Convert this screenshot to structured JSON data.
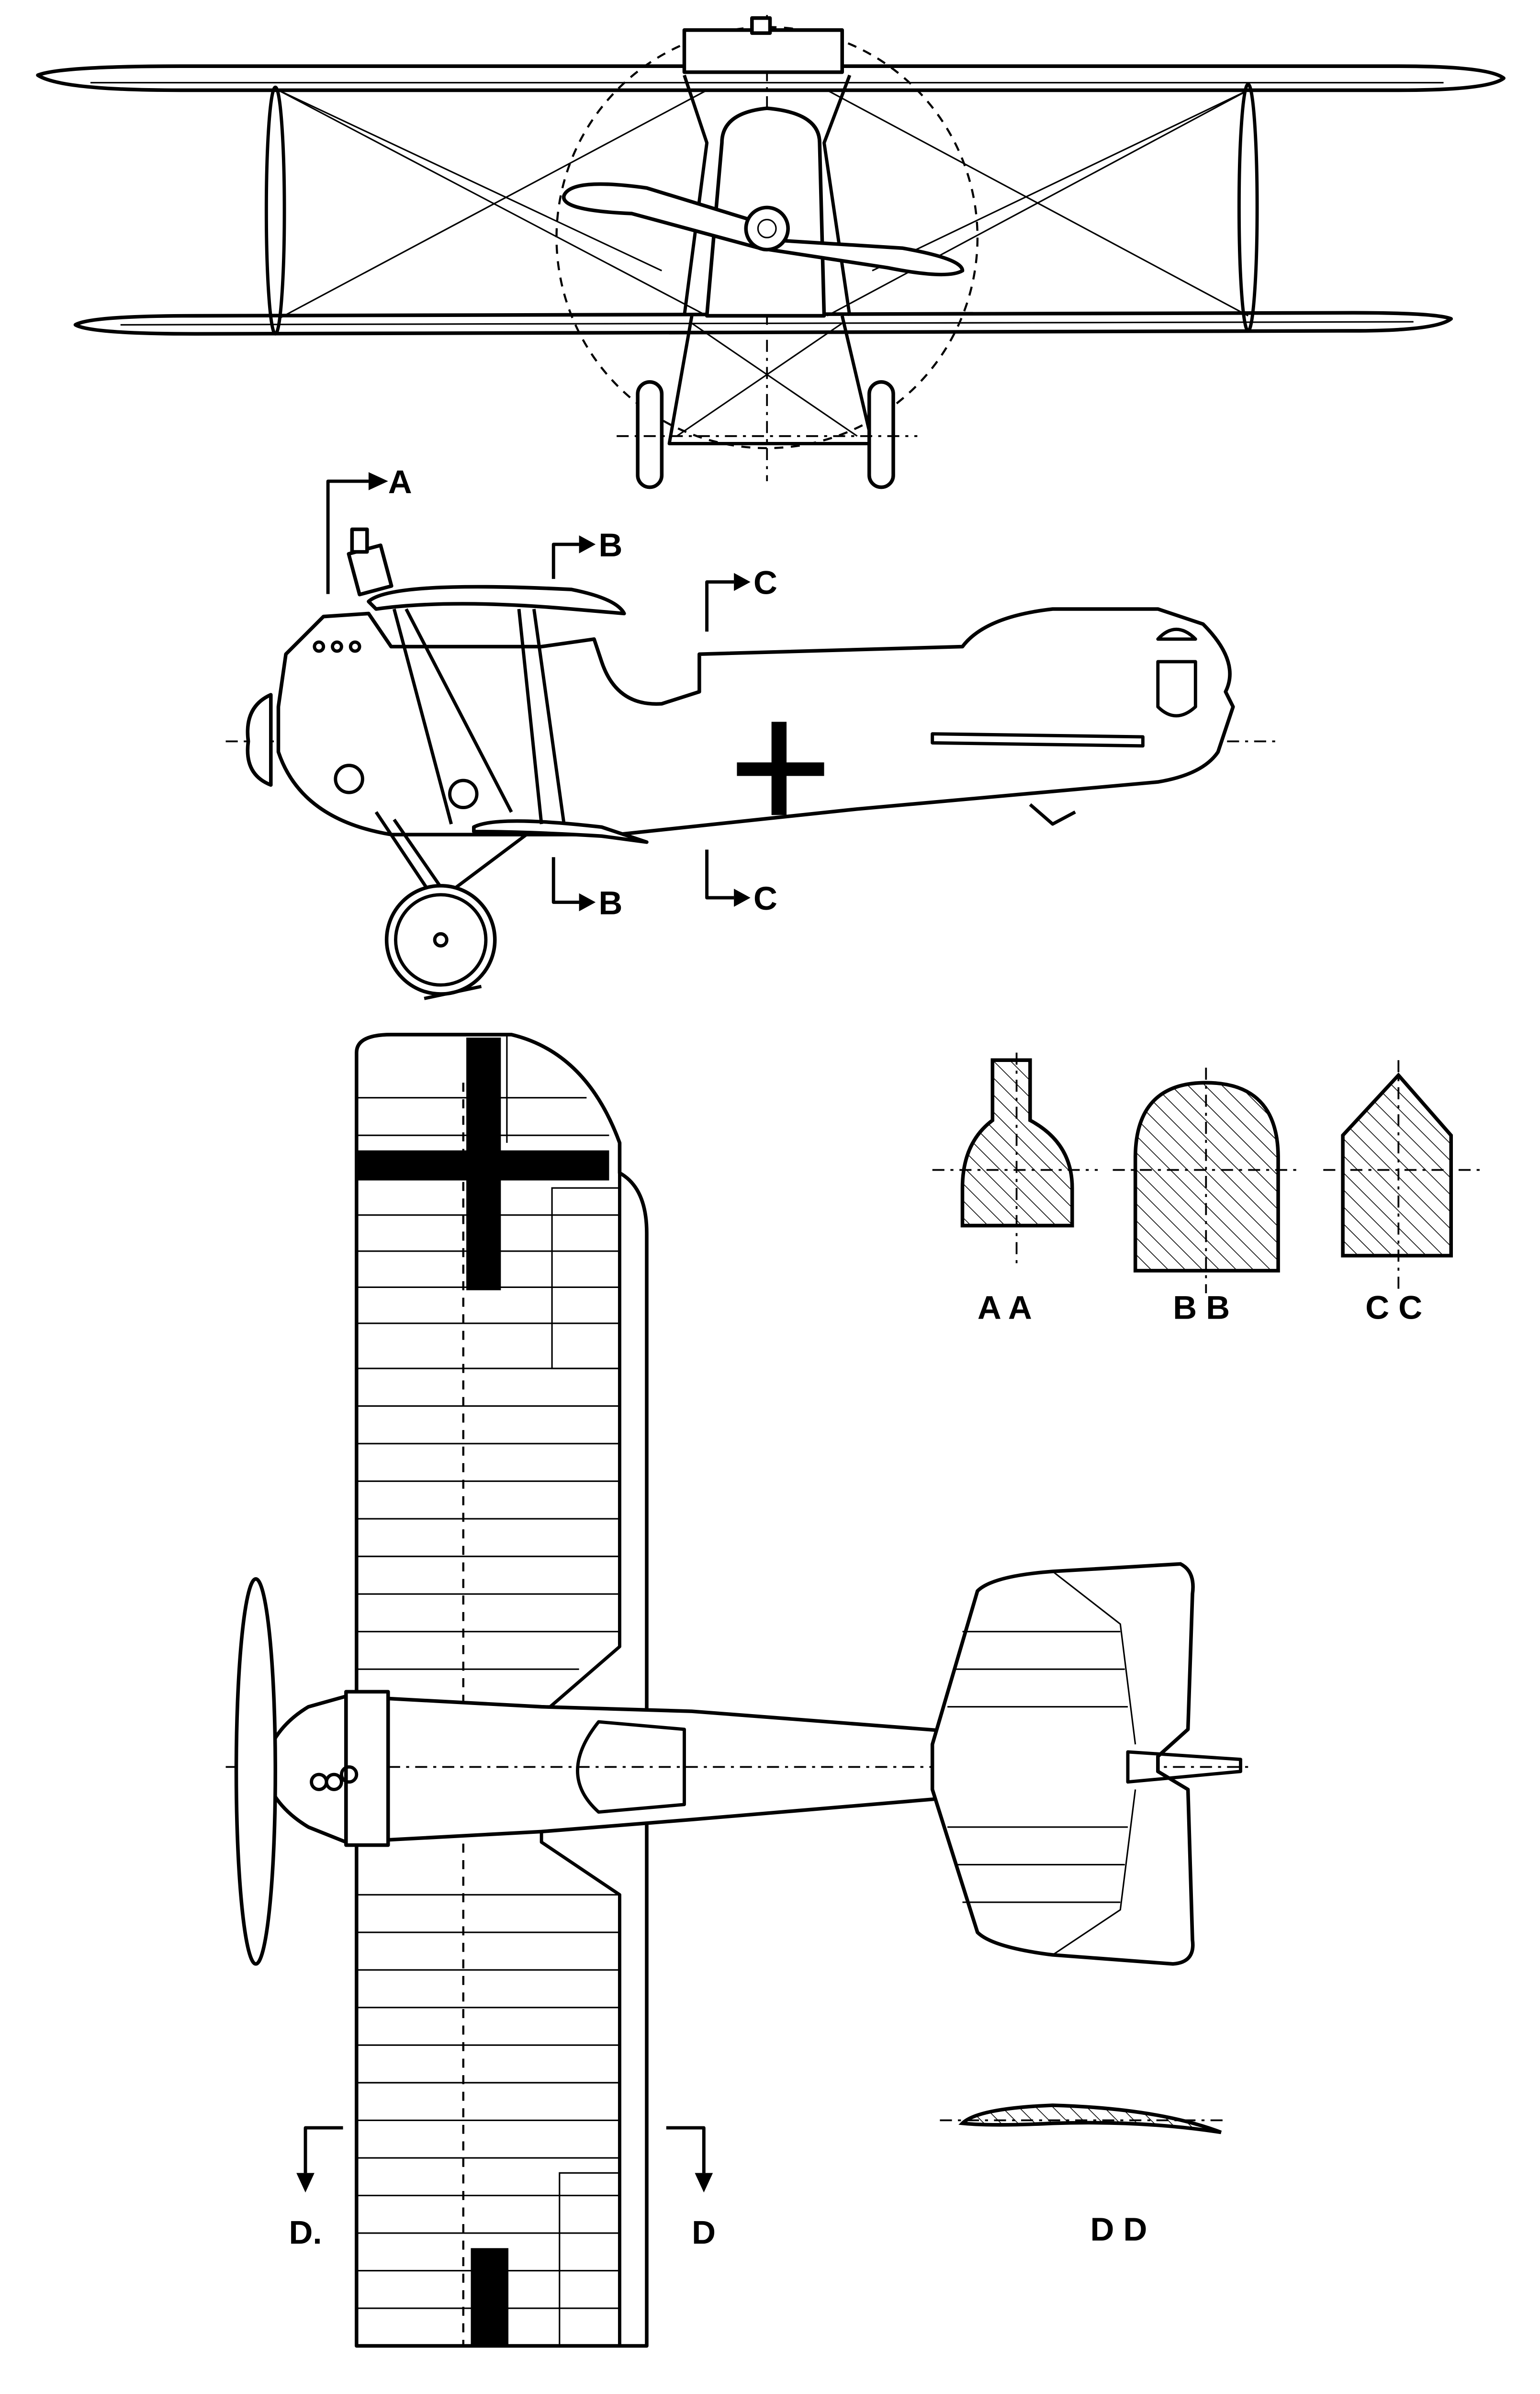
{
  "section_markers": {
    "side_a": "A",
    "side_b_top": "B",
    "side_b_bottom": "B",
    "side_c_top": "C",
    "side_c_bottom": "C",
    "plan_d_left": "D.",
    "plan_d_right": "D"
  },
  "section_labels": {
    "aa": "A A",
    "bb": "B B",
    "cc": "C C",
    "dd": "D D"
  },
  "colors": {
    "ink": "#000000",
    "paper": "#ffffff"
  }
}
